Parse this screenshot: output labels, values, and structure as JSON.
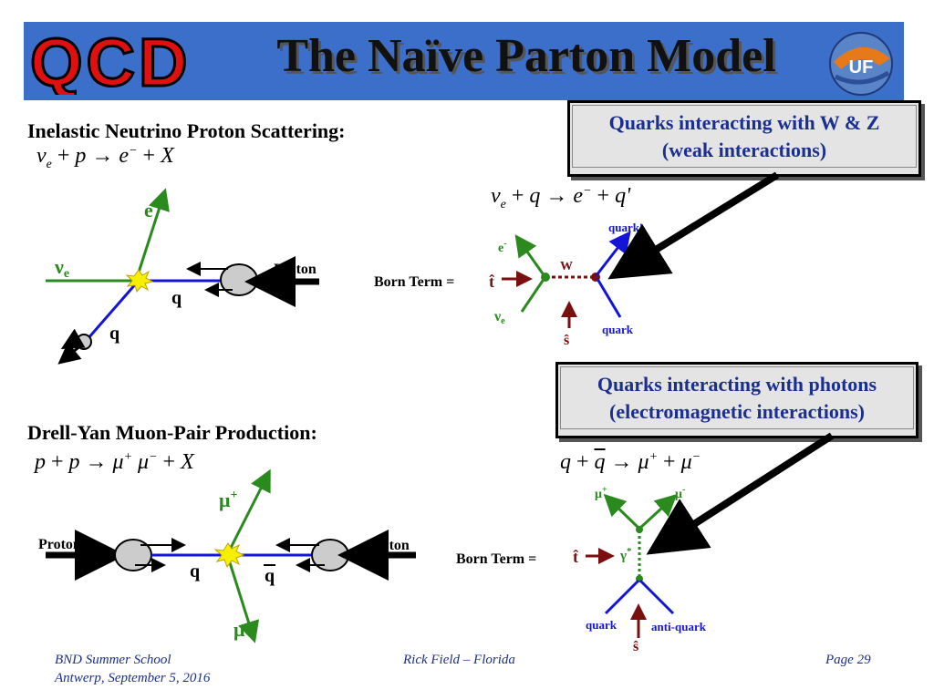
{
  "title": "The Naïve Parton Model",
  "logo_qcd_text": "QCD",
  "logo_uf_text": "UF",
  "neutrino_section": {
    "heading": "Inelastic Neutrino Proton Scattering:",
    "equation": {
      "lhs": "ν",
      "lhs_sub": "e",
      "plus1": "+",
      "p": "p",
      "arrow": "→",
      "e": "e",
      "e_sup": "−",
      "plus2": "+",
      "X": "X"
    },
    "diagram": {
      "e_label": "e",
      "e_sup": "-",
      "nu_label": "ν",
      "nu_sub": "e",
      "proton_label": "Proton",
      "q_label_top": "q",
      "q_label_bottom": "q"
    }
  },
  "weak_born": {
    "equation": {
      "nu": "ν",
      "nu_sub": "e",
      "plus1": "+",
      "q": "q",
      "arrow": "→",
      "e": "e",
      "e_sup": "−",
      "plus2": "+",
      "qprime": "q'"
    },
    "born_label": "Born Term =",
    "t_label": "t̂",
    "s_label": "ŝ",
    "e_label": "e",
    "e_sup": "-",
    "nu_label": "ν",
    "nu_sub": "e",
    "w_label": "W",
    "quark_prime_label": "quark'",
    "quark_label": "quark"
  },
  "callout_weak": {
    "line1": "Quarks interacting with W & Z",
    "line2": "(weak interactions)"
  },
  "callout_em": {
    "line1": "Quarks interacting with photons",
    "line2": "(electromagnetic interactions)"
  },
  "drell_yan_section": {
    "heading": "Drell-Yan Muon-Pair Production:",
    "equation": {
      "p1": "p",
      "plus1": "+",
      "p2": "p",
      "arrow": "→",
      "mu1": "μ",
      "mu1_sup": "+",
      "mu2": "μ",
      "mu2_sup": "−",
      "plus2": "+",
      "X": "X"
    },
    "diagram": {
      "mu_plus_label": "μ",
      "mu_plus_sup": "+",
      "mu_minus_label": "μ",
      "mu_minus_sup": "-",
      "proton_left": "Proton",
      "proton_right": "Proton",
      "q_label": "q",
      "qbar_label": "q"
    }
  },
  "em_born": {
    "equation": {
      "q": "q",
      "plus1": "+",
      "qbar": "q",
      "arrow": "→",
      "mu1": "μ",
      "mu1_sup": "+",
      "plus2": "+",
      "mu2": "μ",
      "mu2_sup": "−"
    },
    "born_label": "Born Term =",
    "t_label": "t̂",
    "s_label": "ŝ",
    "gamma_label": "γ",
    "gamma_sup": "*",
    "mu_plus_label": "μ",
    "mu_plus_sup": "+",
    "mu_minus_label": "μ",
    "mu_minus_sup": "-",
    "quark_label": "quark",
    "antiquark_label": "anti-quark"
  },
  "footer": {
    "left_line1": "BND Summer School",
    "left_line2": "Antwerp,  September 5, 2016",
    "center": "Rick Field – Florida",
    "right": "Page 29"
  },
  "colors": {
    "header_blue": "#3b6fc9",
    "callout_text": "#1b2f8f",
    "lepton_green": "#2a8a1e",
    "quark_blue": "#1414d8",
    "arrow_dark_red": "#7a0f0f",
    "logo_red": "#e01010"
  }
}
